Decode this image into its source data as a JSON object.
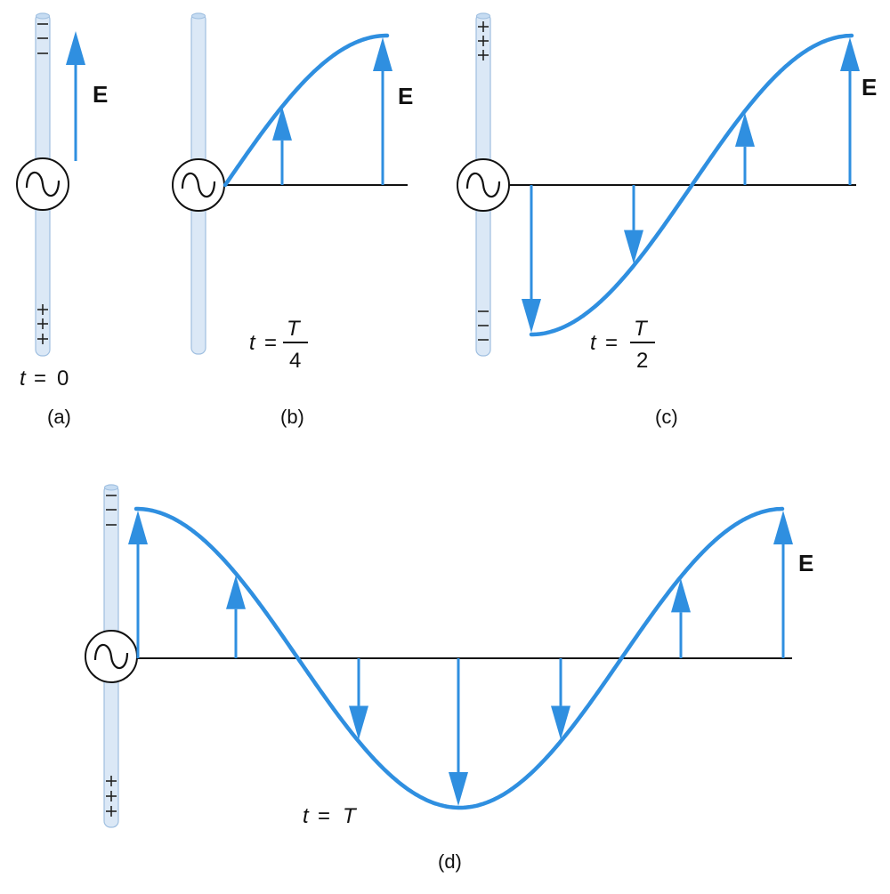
{
  "colors": {
    "wave": "#2f8fe0",
    "rod_fill": "#dbe8f6",
    "rod_stroke": "#9fbfe0",
    "ink": "#111111"
  },
  "field_label": "E",
  "panels": [
    {
      "id": "a",
      "caption": "(a)",
      "time_var": "t",
      "equals": "=",
      "time_value": "0",
      "top_charge": "−",
      "bottom_charge": "+"
    },
    {
      "id": "b",
      "caption": "(b)",
      "time_var": "t",
      "equals": "=",
      "time_num": "T",
      "time_den": "4"
    },
    {
      "id": "c",
      "caption": "(c)",
      "time_var": "t",
      "equals": "=",
      "time_num": "T",
      "time_den": "2",
      "top_charge": "+",
      "bottom_charge": "−"
    },
    {
      "id": "d",
      "caption": "(d)",
      "time_var": "t",
      "equals": "=",
      "time_value": "T",
      "top_charge": "−",
      "bottom_charge": "+"
    }
  ],
  "icons": {
    "source": "ac-source-icon"
  }
}
